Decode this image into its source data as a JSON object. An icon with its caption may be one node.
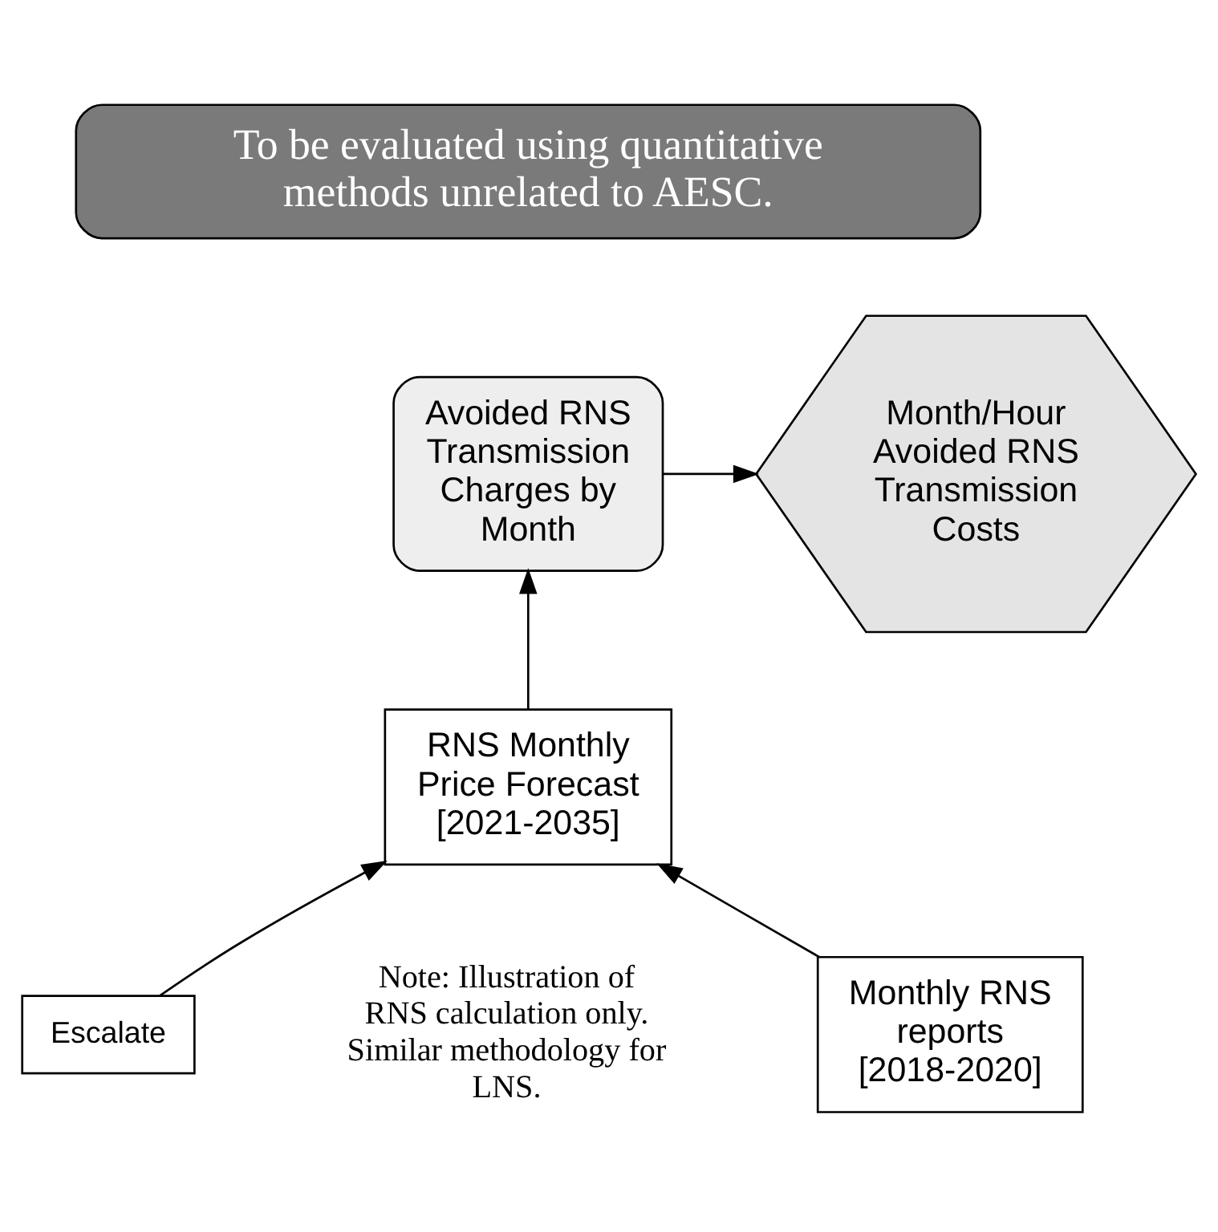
{
  "diagram": {
    "nodes": [
      {
        "text": [
          "To be evaluated using quantitative methods unrelated to AESC."
        ]
      },
      {
        "text": [
          "Avoided RNS Transmission Charges by Month"
        ]
      },
      {
        "text": [
          "Month/Hour Avoided RNS Transmission Costs"
        ]
      },
      {
        "text": [
          "RNS Monthly Price Forecast [2021-2035]"
        ]
      },
      {
        "text": [
          "Escalate"
        ]
      },
      {
        "text": [
          "Monthly RNS reports [2018-2020]"
        ]
      }
    ],
    "edges": [
      {
        "from": 5,
        "to": 3,
        "arrow": "to"
      },
      {
        "from": 4,
        "to": 3,
        "arrow": "to"
      },
      {
        "from": 3,
        "to": 1,
        "arrow": "to"
      },
      {
        "from": 1,
        "to": 2,
        "arrow": "to"
      }
    ],
    "labels": [
      "Note: Illustration of RNS calculation only. Similar methodology for LNS."
    ]
  }
}
